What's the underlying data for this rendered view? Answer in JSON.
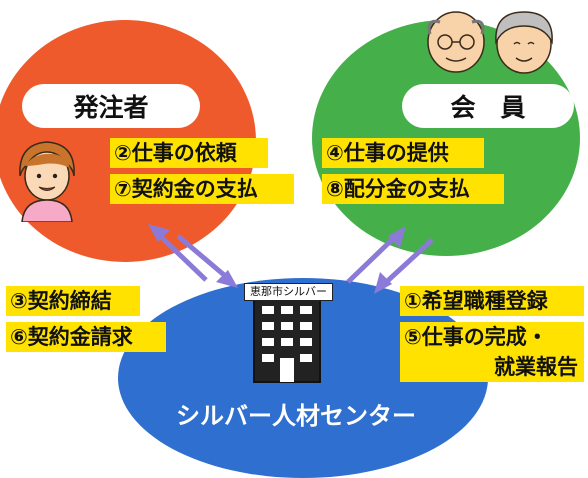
{
  "orderer": {
    "title": "発注者",
    "color": "#ef5a2c"
  },
  "member": {
    "title": "会　員",
    "color": "#45b049"
  },
  "center": {
    "title": "シルバー人材センター",
    "building_label": "恵那市シルバー",
    "color": "#2f6fcf"
  },
  "flows": {
    "request_work": "②仕事の依頼",
    "pay_contract_fee_1": "⑦契約金の支払",
    "provide_work": "④仕事の提供",
    "pay_distribution": "⑧配分金の支払",
    "sign_contract": "③契約締結",
    "invoice_contract_fee": "⑥契約金請求",
    "register_desired_job": "①希望職種登録",
    "completion_line1": "⑤仕事の完成・",
    "completion_line2": "就業報告"
  },
  "colors": {
    "label_bg": "#ffe200",
    "arrow": "#8c7ad8"
  }
}
